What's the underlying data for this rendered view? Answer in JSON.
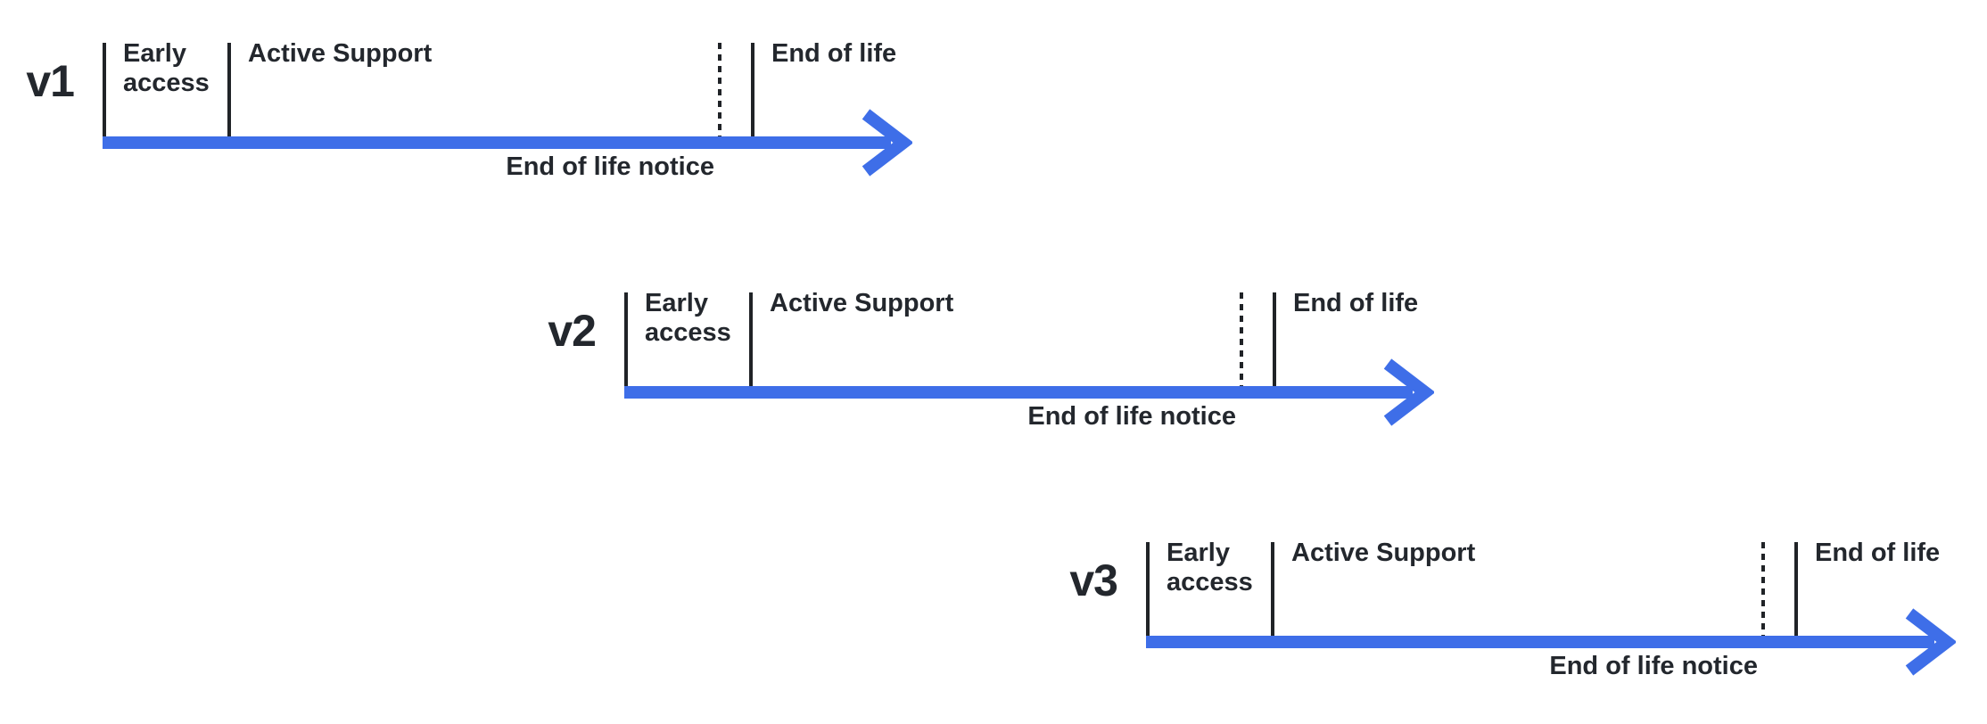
{
  "page": {
    "background_color": "#ffffff"
  },
  "diagram": {
    "type": "release-lifecycle-timelines",
    "accent_color": "#3E6EE8",
    "text_color": "#23272D",
    "tick_color": "#202327",
    "timelines": [
      {
        "version": "v1",
        "phase_early_access": "Early access",
        "phase_active_support": "Active Support",
        "phase_end_of_life": "End of life",
        "milestone_end_of_life_notice": "End of life notice"
      },
      {
        "version": "v2",
        "phase_early_access": "Early access",
        "phase_active_support": "Active Support",
        "phase_end_of_life": "End of life",
        "milestone_end_of_life_notice": "End of life notice"
      },
      {
        "version": "v3",
        "phase_early_access": "Early access",
        "phase_active_support": "Active Support",
        "phase_end_of_life": "End of life",
        "milestone_end_of_life_notice": "End of life notice"
      }
    ]
  }
}
